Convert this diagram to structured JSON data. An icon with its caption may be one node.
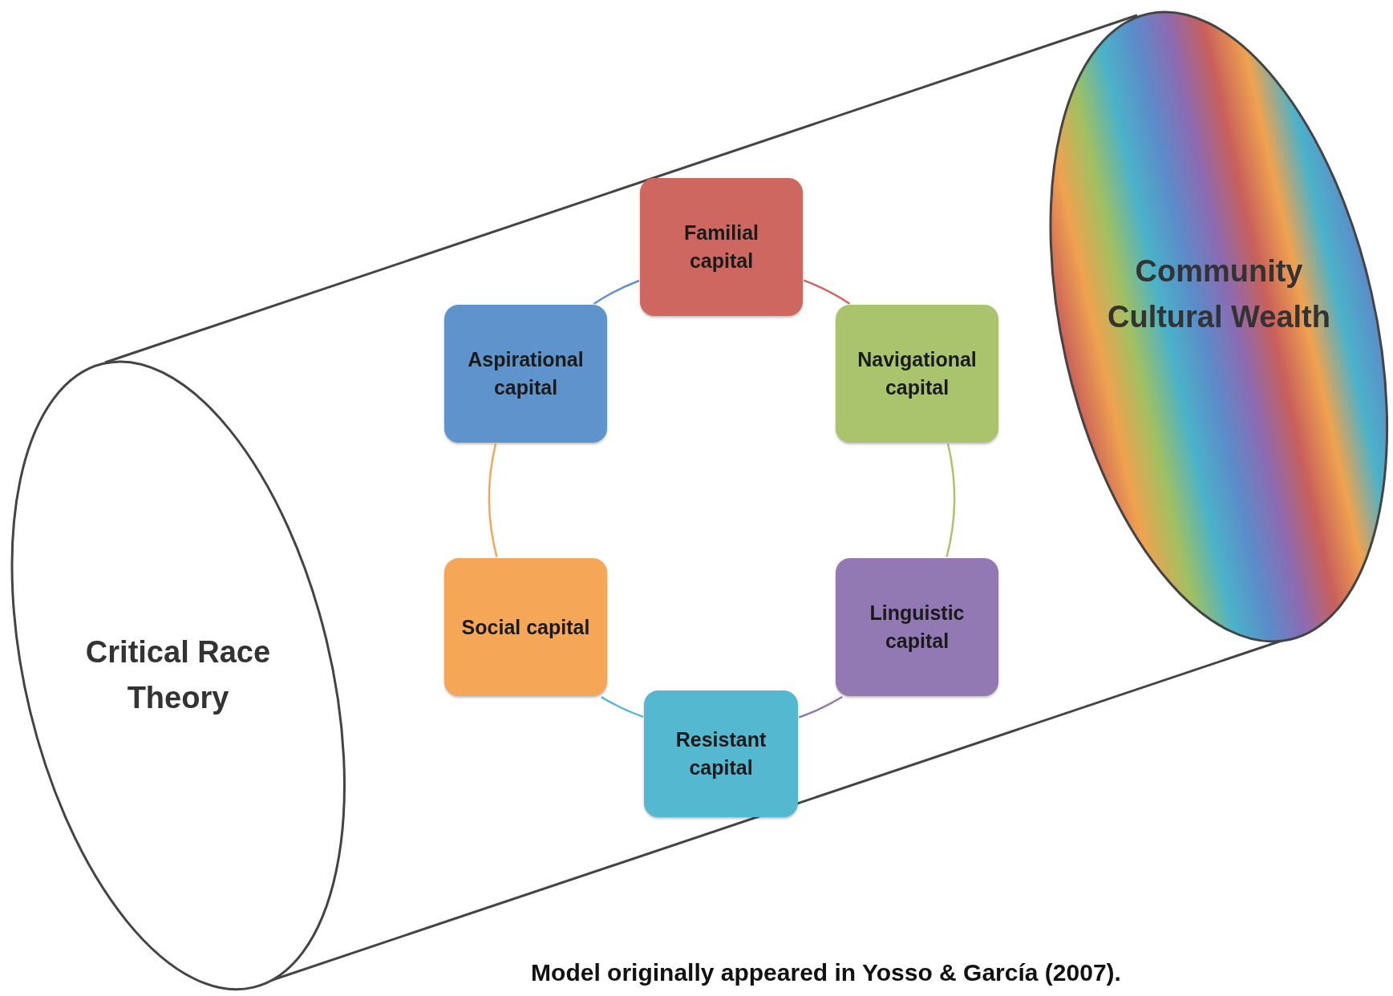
{
  "diagram": {
    "caption": "Model originally appeared in Yosso & García (2007).",
    "nodes": [
      {
        "text": [
          "Critical Race Theory"
        ]
      },
      {
        "text": [
          "Community Cultural Wealth"
        ]
      },
      {
        "text": [
          "Familial capital"
        ]
      },
      {
        "text": [
          "Aspirational capital"
        ]
      },
      {
        "text": [
          "Navigational capital"
        ]
      },
      {
        "text": [
          "Social capital"
        ]
      },
      {
        "text": [
          "Linguistic capital"
        ]
      },
      {
        "text": [
          "Resistant capital"
        ]
      }
    ],
    "edges": [
      {
        "from": 2,
        "to": 4,
        "arrow": "none",
        "color": "#cd6760"
      },
      {
        "from": 4,
        "to": 6,
        "arrow": "none",
        "color": "#a9c46d"
      },
      {
        "from": 6,
        "to": 7,
        "arrow": "none",
        "color": "#9279b3"
      },
      {
        "from": 7,
        "to": 5,
        "arrow": "none",
        "color": "#55b8d1"
      },
      {
        "from": 5,
        "to": 3,
        "arrow": "none",
        "color": "#f5a657"
      },
      {
        "from": 3,
        "to": 2,
        "arrow": "none",
        "color": "#5f93cc"
      }
    ]
  }
}
